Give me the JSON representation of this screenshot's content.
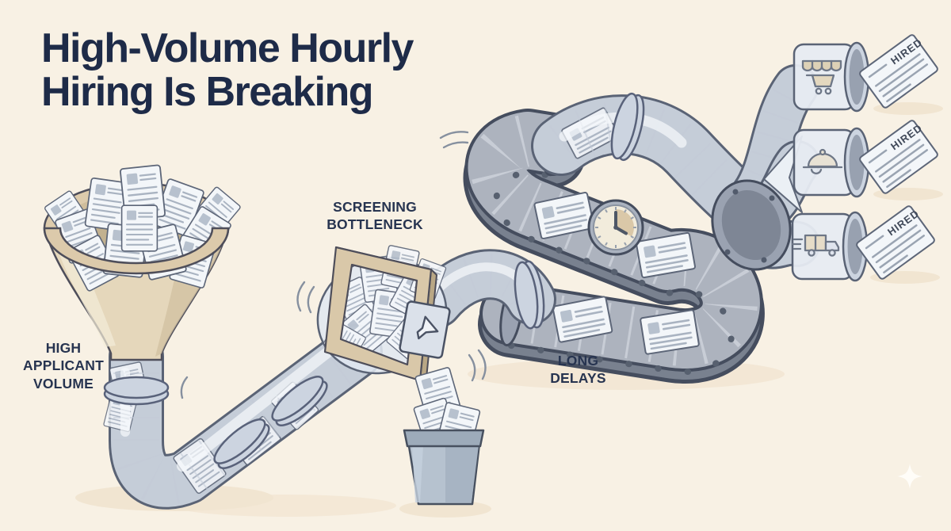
{
  "header": {
    "title": "High-Volume Hourly Hiring Is Breaking"
  },
  "labels": {
    "funnel": "HIGH APPLICANT VOLUME",
    "bottleneck": "SCREENING BOTTLENECK",
    "delays": "LONG DELAYS"
  },
  "outputs": [
    {
      "icon": "storefront-cart-icon",
      "label": "HIRED"
    },
    {
      "icon": "food-cloche-icon",
      "label": "HIRED"
    },
    {
      "icon": "delivery-truck-icon",
      "label": "HIRED"
    }
  ],
  "illustration": {
    "clock_time_shown": "4:00",
    "funnel_documents_count": 12,
    "belt_documents_count": 4,
    "rejected_documents_count": 3
  },
  "colors": {
    "background": "#f8f1e4",
    "ink": "#1e2b48",
    "funnel_tan": "#e5d7bb",
    "frame_tan": "#d9c8a9",
    "pipe_glass": "#dde4ee",
    "belt_gray": "#adb3be",
    "belt_side": "#79818f",
    "bin_gray": "#b6c2cf",
    "paper": "#f3f6f9",
    "shadow": "#ecdbc2"
  }
}
